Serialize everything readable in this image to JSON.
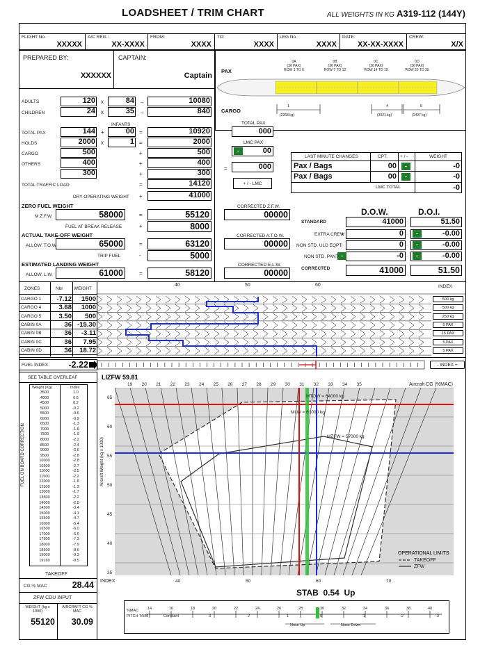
{
  "header": {
    "title": "LOADSHEET / TRIM CHART",
    "weights_note": "ALL WEIGHTS IN KG",
    "aircraft": "A319-112 (144Y)"
  },
  "flight_info": [
    {
      "label": "FLIGHT No.",
      "value": "XXXXX"
    },
    {
      "label": "A/C REG.:",
      "value": "XX-XXXX"
    },
    {
      "label": "FROM:",
      "value": "XXXX"
    },
    {
      "label": "TO:",
      "value": "XXXX"
    },
    {
      "label": "LEG No.",
      "value": "XXXX"
    },
    {
      "label": "DATE:",
      "value": "XX-XX-XXXX"
    },
    {
      "label": "CREW:",
      "value": "X/X"
    }
  ],
  "prepared": {
    "label": "PREPARED BY:",
    "value": "XXXXXX"
  },
  "captain": {
    "label": "CAPTAIN:",
    "value": "Captain"
  },
  "pax_section": {
    "label": "PAX",
    "zones": [
      {
        "id": "0A",
        "pax": "(36 PAX)",
        "rows": "ROW 1 TO 6"
      },
      {
        "id": "0B",
        "pax": "(36 PAX)",
        "rows": "ROW 7 TO 12"
      },
      {
        "id": "0C",
        "pax": "(36 PAX)",
        "rows": "ROW 14 TO 19"
      },
      {
        "id": "0D",
        "pax": "(36 PAX)",
        "rows": "ROW 20 TO 25"
      }
    ]
  },
  "cargo_section": {
    "label": "CARGO",
    "holds": [
      {
        "id": "1",
        "cap": "(2268 kg)"
      },
      {
        "id": "4",
        "cap": "(3021 kg)"
      },
      {
        "id": "5",
        "cap": "(1497 kg)"
      }
    ]
  },
  "pax_calc": {
    "adults": {
      "label": "ADULTS",
      "count": "120",
      "unit": "84",
      "total": "10080"
    },
    "children": {
      "label": "CHILDREN",
      "count": "24",
      "unit": "35",
      "total": "840"
    },
    "infants_label": "INFANTS",
    "total_pax": {
      "label": "TOTAL PAX",
      "count": "144",
      "infants": "00",
      "total": "10920"
    },
    "holds": {
      "label": "HOLDS",
      "count": "2000",
      "mult": "1",
      "total": "2000"
    },
    "cargo": {
      "label": "CARGO",
      "value": "500",
      "total": "500"
    },
    "others": {
      "label": "OTHERS",
      "value": "400",
      "total": "400"
    },
    "others2": {
      "value": "300",
      "total": "300"
    },
    "traffic": {
      "label": "TOTAL TRAFFIC LOAD",
      "total": "14120"
    },
    "dow": {
      "label": "DRY OPERATING WEIGHT",
      "total": "41000"
    }
  },
  "right_calc": {
    "total_pax_label": "TOTAL PAX",
    "total_pax": "000",
    "lmc_pax_label": "LMC PAX",
    "lmc_pax": "00",
    "lmc_result": "000",
    "lmc_button": "+ / - LMC"
  },
  "lmc_table": {
    "headers": [
      "LAST MINUTE CHANGES",
      "CPT.",
      "+ / -",
      "WEIGHT"
    ],
    "rows": [
      {
        "label": "Pax / Bags",
        "cpt": "00",
        "weight": "-0"
      },
      {
        "label": "Pax / Bags",
        "cpt": "00",
        "weight": "-0"
      }
    ],
    "total_label": "LMC TOTAL",
    "total": "-0"
  },
  "zfw": {
    "section": "ZERO FUEL WEIGHT",
    "mzfw_label": "M.Z.F.W.",
    "mzfw": "58000",
    "value": "55120",
    "corrected_label": "CORRECTED Z.F.W.",
    "corrected": "00000"
  },
  "fuel_break": {
    "label": "FUEL AT BREAK RELEASE",
    "value": "8000"
  },
  "tow": {
    "section": "ACTUAL TAKE-OFF WEIGHT",
    "allow_label": "ALLOW. T.O.W.",
    "allow": "65000",
    "value": "63120",
    "corrected_label": "CORRECTED A.T.O.W.",
    "corrected": "00000"
  },
  "trip_fuel": {
    "label": "TRIP FUEL",
    "value": "5000"
  },
  "lw": {
    "section": "ESTIMATED LANDING WEIGHT",
    "allow_label": "ALLOW. L.W.",
    "allow": "61000",
    "value": "58120",
    "corrected_label": "CORRECTED E.L.W.",
    "corrected": "00000"
  },
  "dow_doi": {
    "dow_label": "D.O.W.",
    "doi_label": "D.O.I.",
    "standard_label": "STANDARD",
    "standard_dow": "41000",
    "standard_doi": "51.50",
    "rows": [
      {
        "label": "EXTRA CREW",
        "op": "+",
        "dow": "0",
        "doi": "-0.00"
      },
      {
        "label": "NON STD. ULD EQPT.",
        "op": "-",
        "dow": "0",
        "doi": "-0.00"
      },
      {
        "label": "NON STD. PANTRY",
        "op": "",
        "dow": "-0",
        "doi": "-0.00"
      }
    ],
    "corrected_label": "CORRECTED",
    "corrected_dow": "41000",
    "corrected_doi": "51.50"
  },
  "zones_table": {
    "headers": [
      "ZONES",
      "Nbr",
      "WEIGHT"
    ],
    "index_label": "INDEX",
    "rows": [
      {
        "zone": "CARGO 1",
        "nbr": "-7.12",
        "weight": "1500",
        "arrow": "500 kg"
      },
      {
        "zone": "CARGO 4",
        "nbr": "3.68",
        "weight": "1000",
        "arrow": "500 kg"
      },
      {
        "zone": "CARGO 5",
        "nbr": "3.50",
        "weight": "500",
        "arrow": "250 kg"
      },
      {
        "zone": "CABIN 0A",
        "nbr": "36",
        "weight": "-15.30",
        "arrow": "5 PAX"
      },
      {
        "zone": "CABIN 0B",
        "nbr": "36",
        "weight": "-3.11",
        "arrow": "15 PAX"
      },
      {
        "zone": "CABIN 0C",
        "nbr": "36",
        "weight": "7.95",
        "arrow": "5 PAX"
      },
      {
        "zone": "CABIN 0D",
        "nbr": "36",
        "weight": "18.72",
        "arrow": "5 PAX"
      }
    ],
    "scale_ticks": [
      "40",
      "50",
      "60"
    ]
  },
  "fuel_index": {
    "label": "FUEL INDEX",
    "value": "-2.22",
    "arrow": "- INDEX +"
  },
  "fuel_table": {
    "see_label": "SEE TABLE OVERLEAF",
    "side_label": "FUEL ON BOARD CORRECTION",
    "headers": [
      "Weight (Kg)",
      "Index"
    ],
    "rows": [
      [
        "3500",
        "1.0"
      ],
      [
        "4000",
        "0.6"
      ],
      [
        "4500",
        "0.2"
      ],
      [
        "5000",
        "-0.2"
      ],
      [
        "5500",
        "-0.6"
      ],
      [
        "6000",
        "-0.9"
      ],
      [
        "6500",
        "-1.3"
      ],
      [
        "7000",
        "-1.6"
      ],
      [
        "7500",
        "-1.9"
      ],
      [
        "8000",
        "-2.2"
      ],
      [
        "8500",
        "-2.4"
      ],
      [
        "9000",
        "-2.6"
      ],
      [
        "9500",
        "-2.8"
      ],
      [
        "10000",
        "-2.8"
      ],
      [
        "10500",
        "-2.7"
      ],
      [
        "11000",
        "-2.5"
      ],
      [
        "11500",
        "-2.2"
      ],
      [
        "12000",
        "-1.8"
      ],
      [
        "12500",
        "-1.3"
      ],
      [
        "13000",
        "-1.7"
      ],
      [
        "13500",
        "-2.2"
      ],
      [
        "14000",
        "-2.8"
      ],
      [
        "14500",
        "-3.4"
      ],
      [
        "15000",
        "-4.1"
      ],
      [
        "15500",
        "-4.7"
      ],
      [
        "16000",
        "-5.4"
      ],
      [
        "16500",
        "-6.0"
      ],
      [
        "17000",
        "-6.6"
      ],
      [
        "17500",
        "-7.3"
      ],
      [
        "18000",
        "-7.9"
      ],
      [
        "18500",
        "-8.6"
      ],
      [
        "19000",
        "-9.3"
      ],
      [
        "19160",
        "-9.5"
      ]
    ]
  },
  "takeoff_cg": {
    "label": "TAKEOFF",
    "cg_label": "CG % MAC",
    "value": "28.44"
  },
  "zfw_cdu": {
    "label": "ZFW CDU INPUT",
    "weight_label": "WEIGHT (kg x 1000)",
    "cg_label": "AIRCRAFT CG % MAC",
    "weight": "55120",
    "cg": "30.09"
  },
  "envelope": {
    "lizfw_label": "LIZFW",
    "lizfw": "59.81",
    "cg_axis": [
      "19",
      "20",
      "21",
      "22",
      "23",
      "24",
      "25",
      "26",
      "27",
      "28",
      "29",
      "30",
      "31",
      "32",
      "33",
      "34",
      "35"
    ],
    "cg_axis_label": "Aircraft CG (%MAC)",
    "weight_axis": [
      "35",
      "40",
      "45",
      "50",
      "55",
      "60",
      "65"
    ],
    "weight_axis_label": "Aircraft Weight (kg x 1000)",
    "index_axis": [
      "40",
      "50",
      "60",
      "70"
    ],
    "index_label": "INDEX",
    "mtow_label": "MTOW = 64000 kg",
    "mlw_label": "MLW = 61000 kg",
    "mzfw_label": "MZFW = 57000 kg",
    "limits_title": "OPERATIONAL LIMITS",
    "limits_takeoff": "TAKEOFF",
    "limits_zfw": "ZFW"
  },
  "stab": {
    "label": "STAB",
    "value": "0.54",
    "dir": "Up",
    "mac_label": "%MAC",
    "trim_label": "PITCH TRIM",
    "mac_ticks": [
      "14",
      "16",
      "18",
      "20",
      "22",
      "24",
      "26",
      "28",
      "30",
      "32",
      "34",
      "36",
      "38",
      "40"
    ],
    "trim_ticks": [
      "Constant",
      "3",
      "2",
      "1",
      "0",
      "-1",
      "-2",
      "-3"
    ],
    "nose_up": "Nose Up",
    "nose_down": "Nose Down"
  }
}
